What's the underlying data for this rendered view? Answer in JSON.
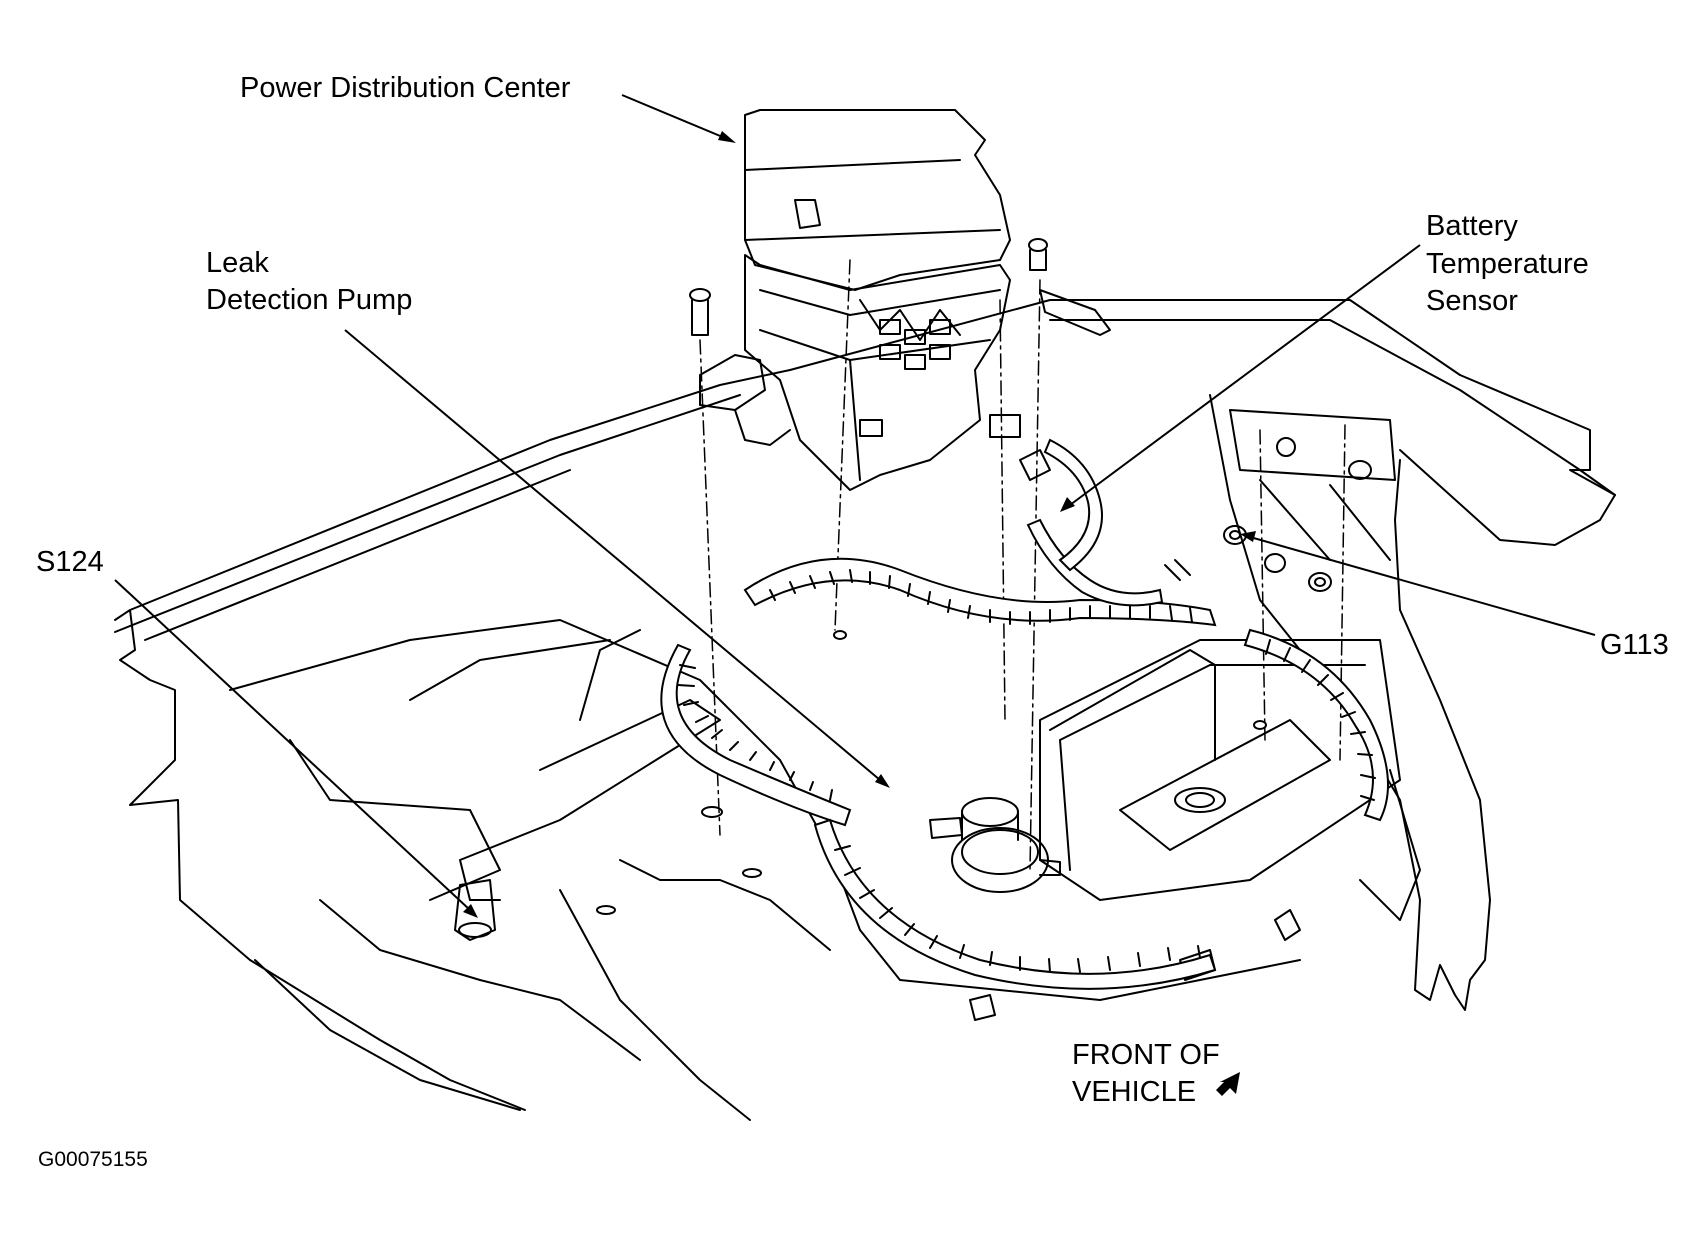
{
  "labels": {
    "power_distribution_center": "Power Distribution Center",
    "leak_detection_pump_line1": "Leak",
    "leak_detection_pump_line2": "Detection Pump",
    "battery_temp_line1": "Battery",
    "battery_temp_line2": "Temperature",
    "battery_temp_line3": "Sensor",
    "s124": "S124",
    "g113": "G113",
    "front_line1": "FRONT OF",
    "front_line2": "VEHICLE",
    "figure_id": "G00075155"
  },
  "colors": {
    "ink": "#000000",
    "paper": "#ffffff"
  }
}
